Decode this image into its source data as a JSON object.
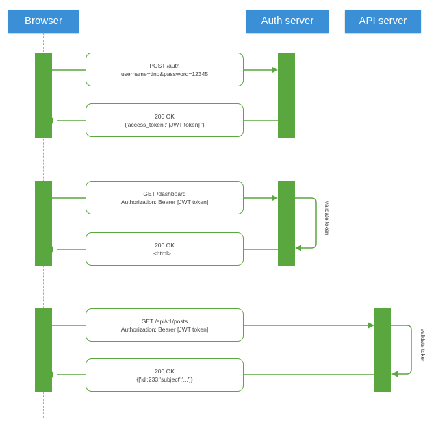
{
  "actors": {
    "browser": "Browser",
    "auth": "Auth server",
    "api": "API server"
  },
  "messages": [
    {
      "line1": "POST /auth",
      "line2": "username=tino&password=12345"
    },
    {
      "line1": "200 OK",
      "line2": "{'access_token':' [JWT token] '}"
    },
    {
      "line1": "GET /dashboard",
      "line2": "Authorization: Bearer [JWT token]"
    },
    {
      "line1": "200 OK",
      "line2": "<html>..."
    },
    {
      "line1": "GET /api/v1/posts",
      "line2": "Authorization: Bearer [JWT token]"
    },
    {
      "line1": "200 OK",
      "line2": "{['id':233,'subject':'...']}"
    }
  ],
  "notes": {
    "validate_auth": "validate token",
    "validate_api": "validate token"
  },
  "colors": {
    "actor": "#3a8fd6",
    "activation": "#5aa63f",
    "lifeline": "#7fb6e6"
  }
}
